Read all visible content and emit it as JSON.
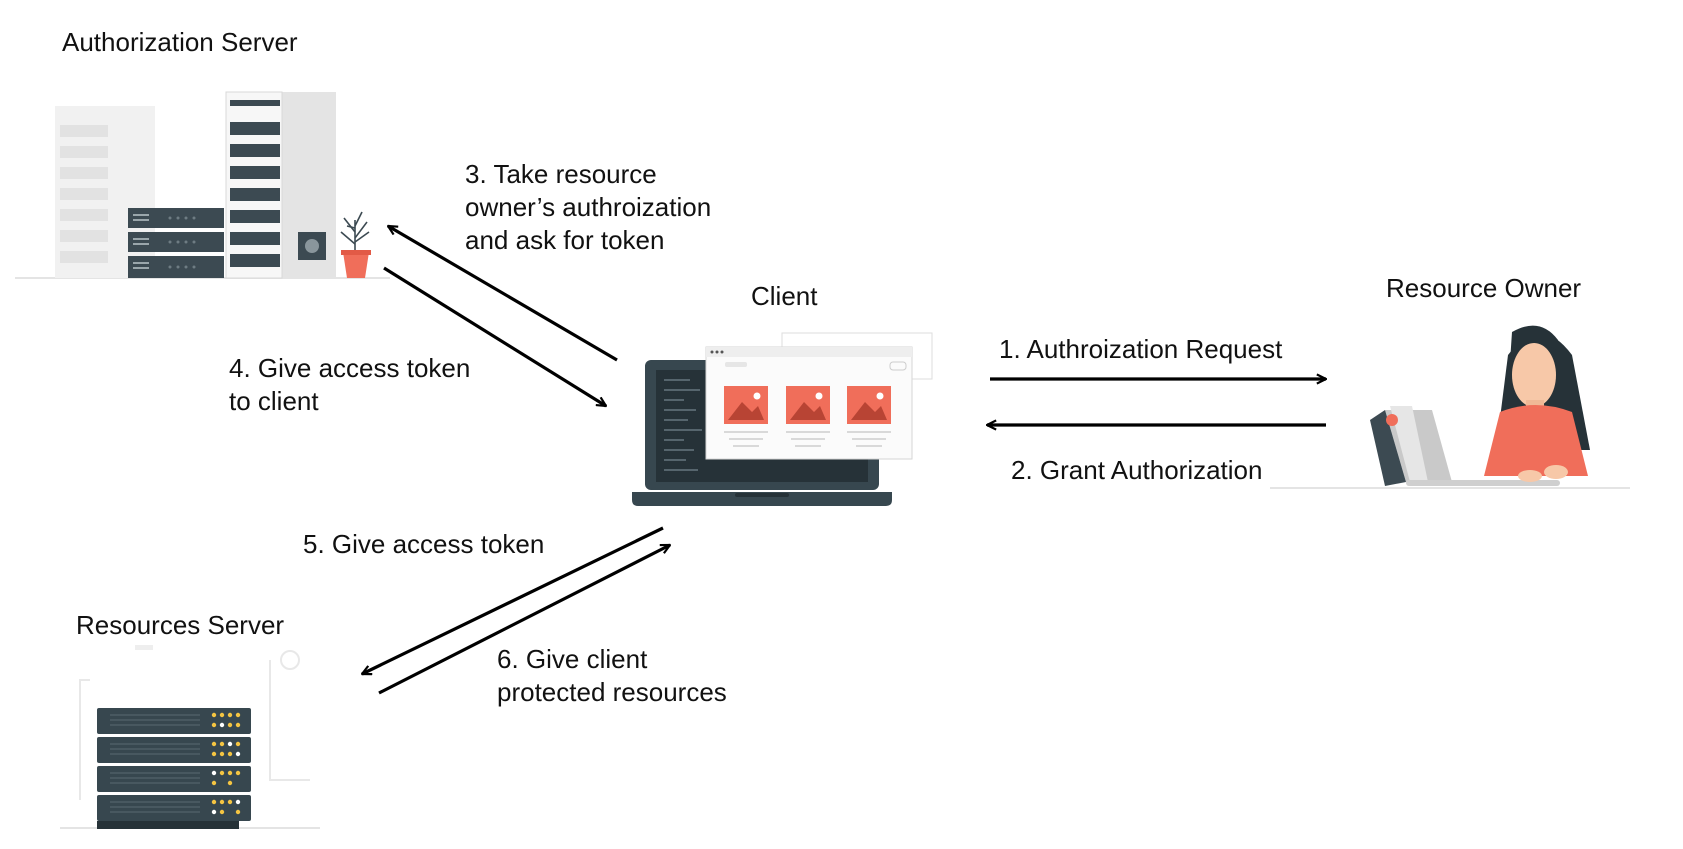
{
  "nodes": {
    "authorization_server": {
      "label": "Authorization Server"
    },
    "client": {
      "label": "Client"
    },
    "resource_owner": {
      "label": "Resource Owner"
    },
    "resources_server": {
      "label": "Resources Server"
    }
  },
  "steps": [
    {
      "lines": [
        "1. Authroization Request"
      ]
    },
    {
      "lines": [
        "2. Grant Authorization"
      ]
    },
    {
      "lines": [
        "3. Take resource",
        "owner’s authroization",
        "and ask for token"
      ]
    },
    {
      "lines": [
        "4. Give access token",
        "to client"
      ]
    },
    {
      "lines": [
        "5. Give access token"
      ]
    },
    {
      "lines": [
        "6. Give client",
        "protected resources"
      ]
    }
  ],
  "colors": {
    "accent": "#f06e5a",
    "dark": "#37474f",
    "server_light": "#e6e6e6",
    "server_dark": "#3c4a52",
    "arrow": "#000000"
  }
}
